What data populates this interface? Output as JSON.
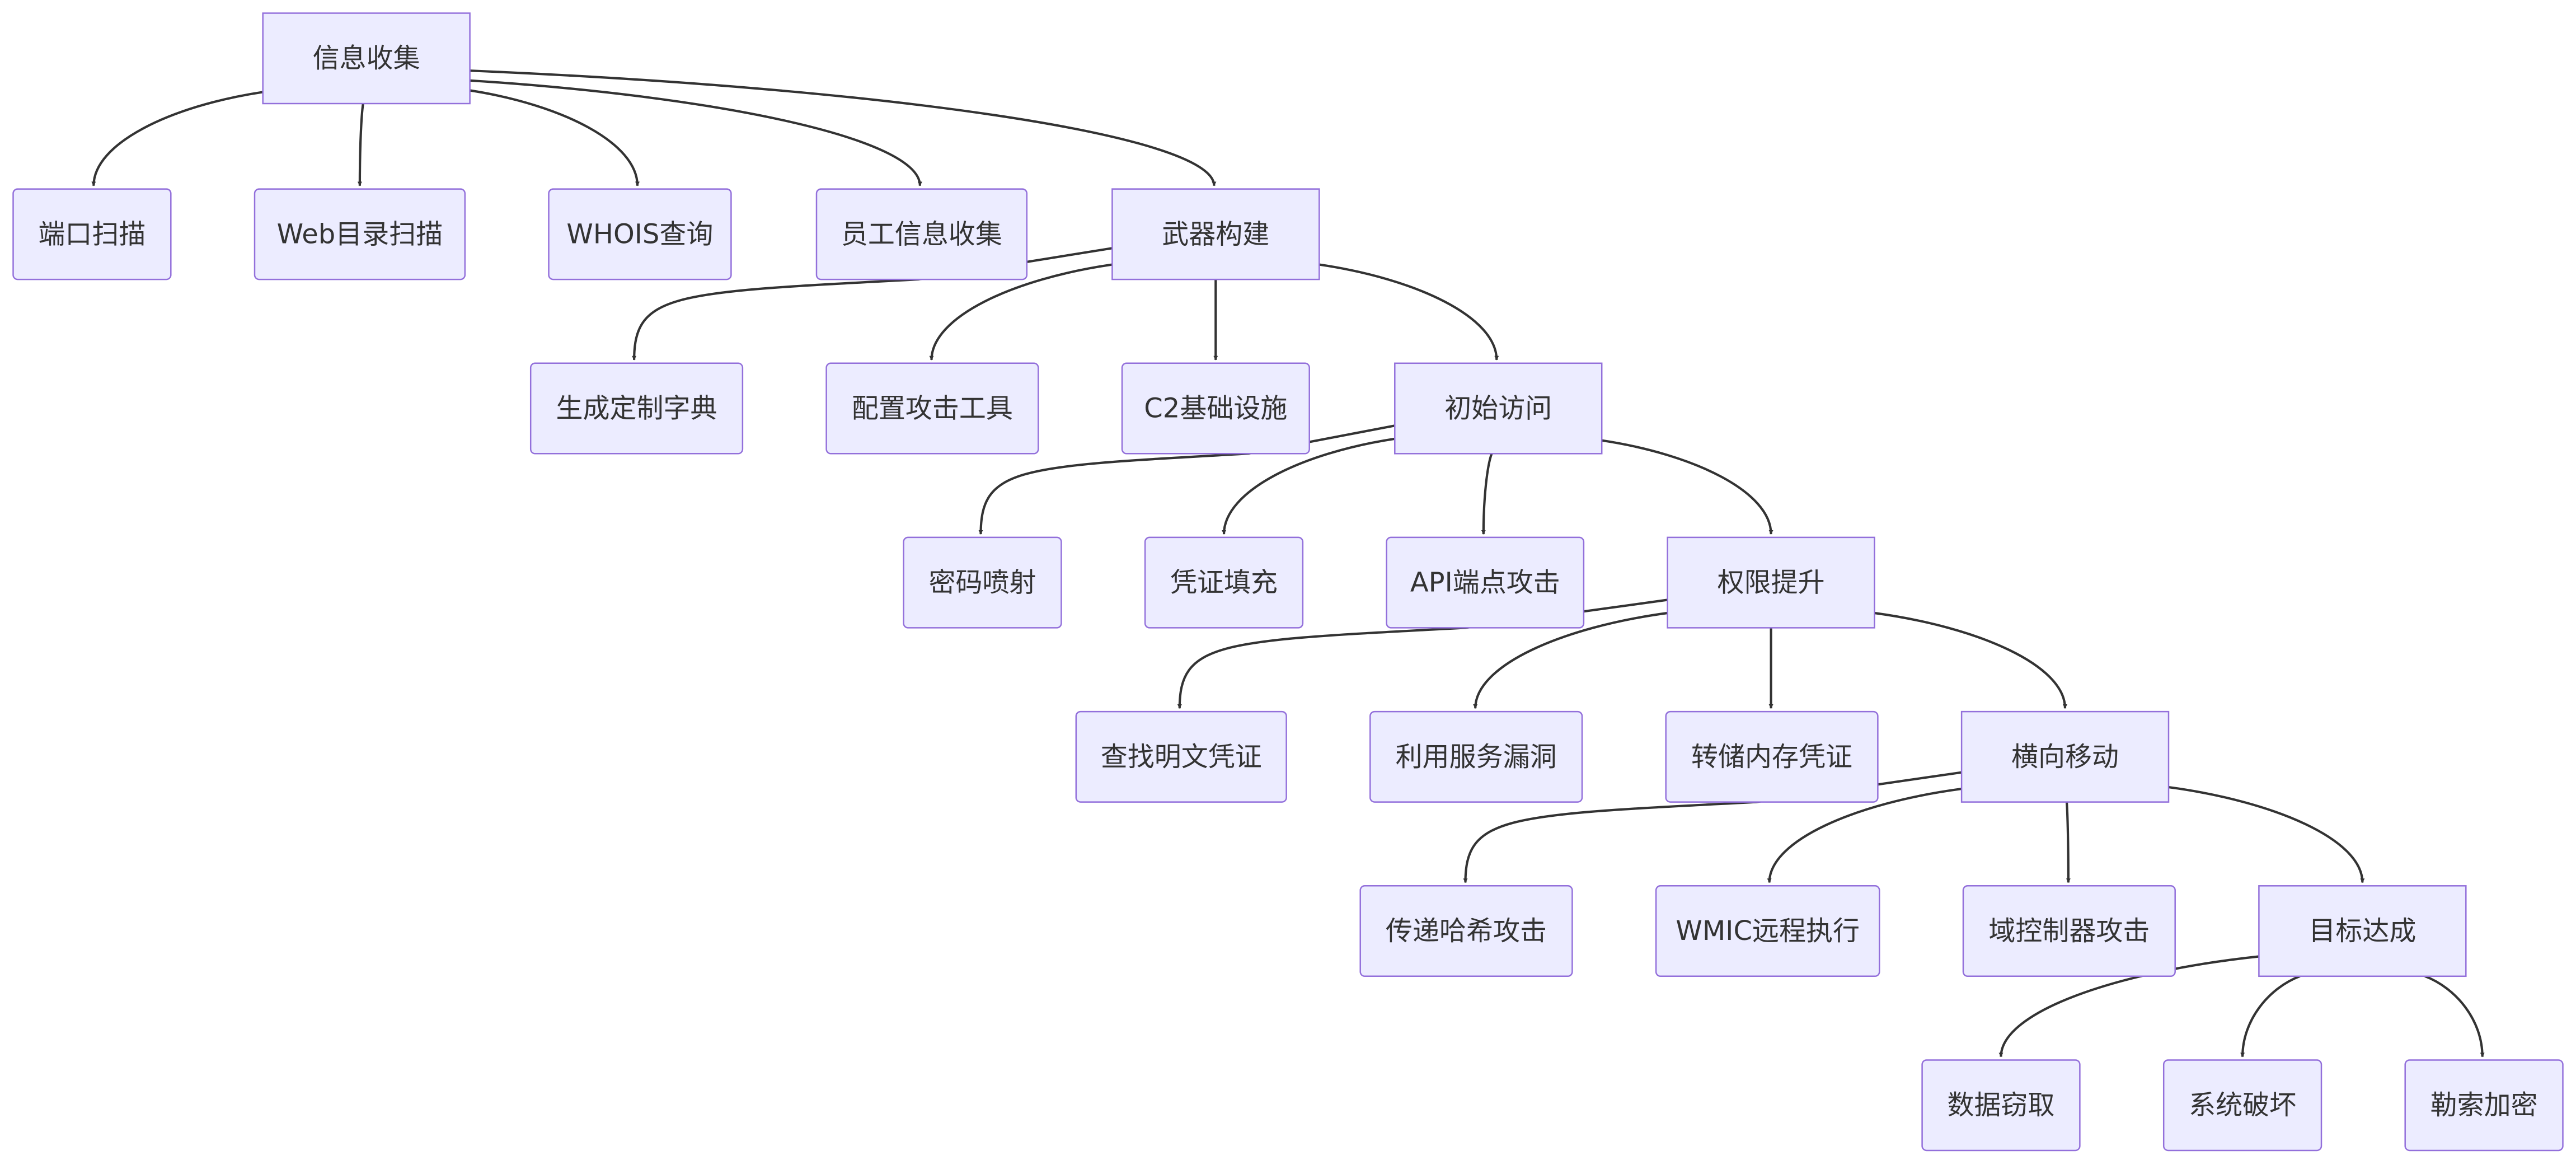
{
  "colors": {
    "node_fill": "#ECECFF",
    "node_border": "#9370DB",
    "edge": "#333333",
    "text": "#333333",
    "background": "#FFFFFF"
  },
  "nodes": [
    {
      "id": "info",
      "label": "信息收集"
    },
    {
      "id": "port",
      "label": "端口扫描"
    },
    {
      "id": "webdir",
      "label": "Web目录扫描"
    },
    {
      "id": "whois",
      "label": "WHOIS查询"
    },
    {
      "id": "staff",
      "label": "员工信息收集"
    },
    {
      "id": "weapon",
      "label": "武器构建"
    },
    {
      "id": "dict",
      "label": "生成定制字典"
    },
    {
      "id": "tools",
      "label": "配置攻击工具"
    },
    {
      "id": "c2",
      "label": "C2基础设施"
    },
    {
      "id": "initial",
      "label": "初始访问"
    },
    {
      "id": "spray",
      "label": "密码喷射"
    },
    {
      "id": "stuff",
      "label": "凭证填充"
    },
    {
      "id": "api",
      "label": "API端点攻击"
    },
    {
      "id": "priv",
      "label": "权限提升"
    },
    {
      "id": "plain",
      "label": "查找明文凭证"
    },
    {
      "id": "svc",
      "label": "利用服务漏洞"
    },
    {
      "id": "dump",
      "label": "转储内存凭证"
    },
    {
      "id": "lateral",
      "label": "横向移动"
    },
    {
      "id": "pth",
      "label": "传递哈希攻击"
    },
    {
      "id": "wmic",
      "label": "WMIC远程执行"
    },
    {
      "id": "dc",
      "label": "域控制器攻击"
    },
    {
      "id": "goal",
      "label": "目标达成"
    },
    {
      "id": "exfil",
      "label": "数据窃取"
    },
    {
      "id": "destroy",
      "label": "系统破坏"
    },
    {
      "id": "ransom",
      "label": "勒索加密"
    }
  ],
  "edges": [
    {
      "from": "info",
      "to": "port"
    },
    {
      "from": "info",
      "to": "webdir"
    },
    {
      "from": "info",
      "to": "whois"
    },
    {
      "from": "info",
      "to": "staff"
    },
    {
      "from": "info",
      "to": "weapon"
    },
    {
      "from": "weapon",
      "to": "dict"
    },
    {
      "from": "weapon",
      "to": "tools"
    },
    {
      "from": "weapon",
      "to": "c2"
    },
    {
      "from": "weapon",
      "to": "initial"
    },
    {
      "from": "initial",
      "to": "spray"
    },
    {
      "from": "initial",
      "to": "stuff"
    },
    {
      "from": "initial",
      "to": "api"
    },
    {
      "from": "initial",
      "to": "priv"
    },
    {
      "from": "priv",
      "to": "plain"
    },
    {
      "from": "priv",
      "to": "svc"
    },
    {
      "from": "priv",
      "to": "dump"
    },
    {
      "from": "priv",
      "to": "lateral"
    },
    {
      "from": "lateral",
      "to": "pth"
    },
    {
      "from": "lateral",
      "to": "wmic"
    },
    {
      "from": "lateral",
      "to": "dc"
    },
    {
      "from": "lateral",
      "to": "goal"
    },
    {
      "from": "goal",
      "to": "exfil"
    },
    {
      "from": "goal",
      "to": "destroy"
    },
    {
      "from": "goal",
      "to": "ransom"
    }
  ]
}
